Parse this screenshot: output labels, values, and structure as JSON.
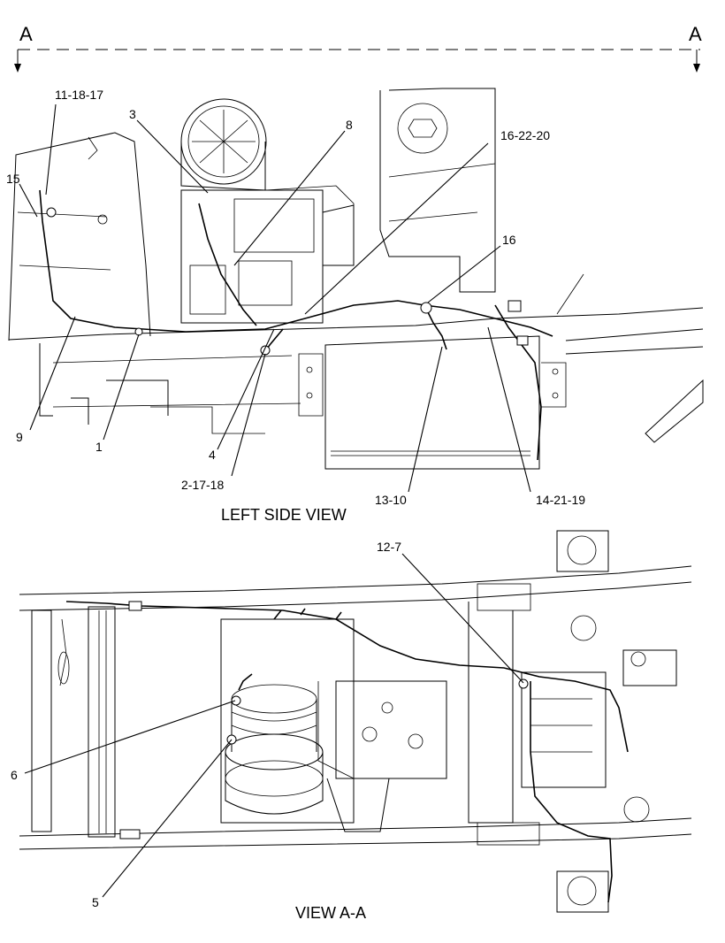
{
  "section": {
    "marker_left": "A",
    "marker_right": "A"
  },
  "views": {
    "left_side": {
      "caption": "LEFT SIDE VIEW"
    },
    "view_a": {
      "caption": "VIEW A-A"
    }
  },
  "callouts": {
    "c_11_18_17": "11-18-17",
    "c_3": "3",
    "c_8": "8",
    "c_16_22_20": "16-22-20",
    "c_15": "15",
    "c_16": "16",
    "c_9": "9",
    "c_1": "1",
    "c_4": "4",
    "c_2_17_18": "2-17-18",
    "c_13_10": "13-10",
    "c_14_21_19": "14-21-19",
    "c_12_7": "12-7",
    "c_6": "6",
    "c_5": "5"
  }
}
